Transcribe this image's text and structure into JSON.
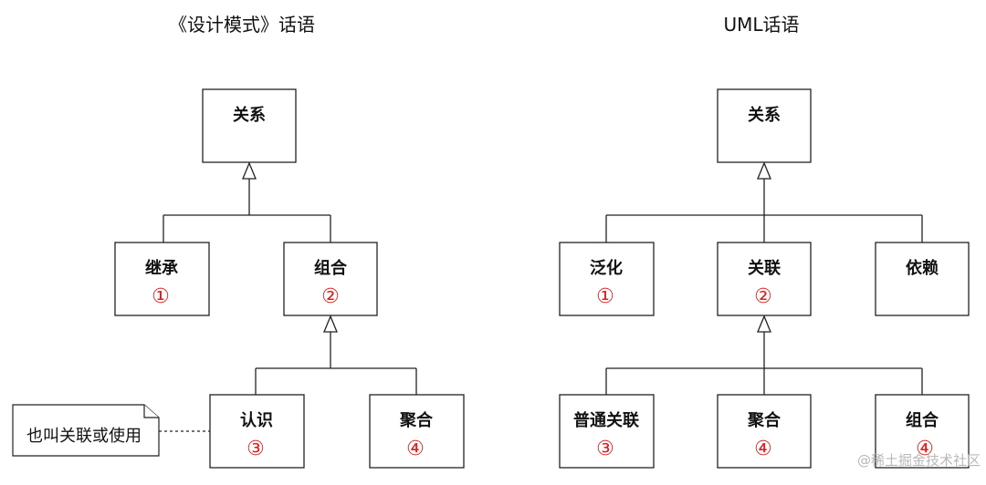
{
  "left": {
    "title": "《设计模式》话语",
    "root": {
      "label": "关系"
    },
    "level1": [
      {
        "label": "继承",
        "num": "①"
      },
      {
        "label": "组合",
        "num": "②"
      }
    ],
    "level2": [
      {
        "label": "认识",
        "num": "③"
      },
      {
        "label": "聚合",
        "num": "④"
      }
    ],
    "note": "也叫关联或使用"
  },
  "right": {
    "title": "UML话语",
    "root": {
      "label": "关系"
    },
    "level1": [
      {
        "label": "泛化",
        "num": "①"
      },
      {
        "label": "关联",
        "num": "②"
      },
      {
        "label": "依赖",
        "num": ""
      }
    ],
    "level2": [
      {
        "label": "普通关联",
        "num": "③"
      },
      {
        "label": "聚合",
        "num": "④"
      },
      {
        "label": "组合",
        "num": "④"
      }
    ]
  },
  "watermark": "@稀土掘金技术社区"
}
